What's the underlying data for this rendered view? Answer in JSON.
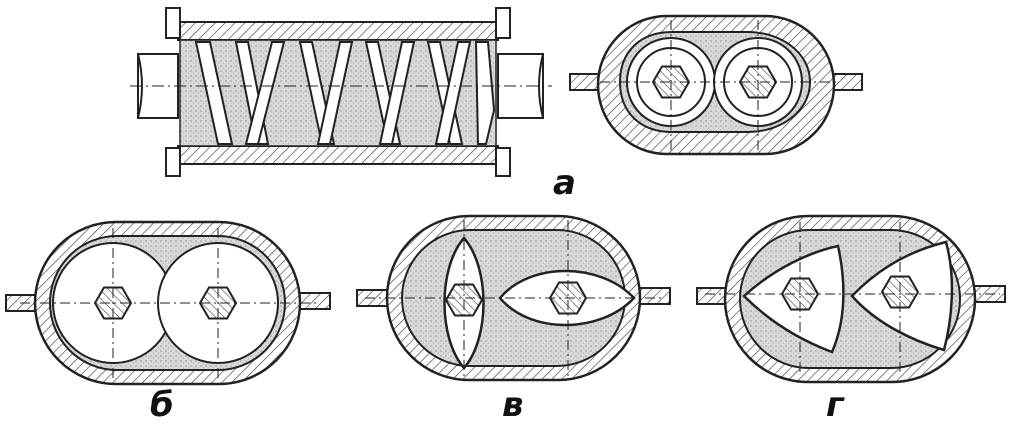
{
  "labels": {
    "a": "а",
    "b": "б",
    "v": "в",
    "g": "г"
  },
  "colors": {
    "ink": "#222222",
    "fill": "#dcdcdc",
    "paper": "#ffffff"
  }
}
